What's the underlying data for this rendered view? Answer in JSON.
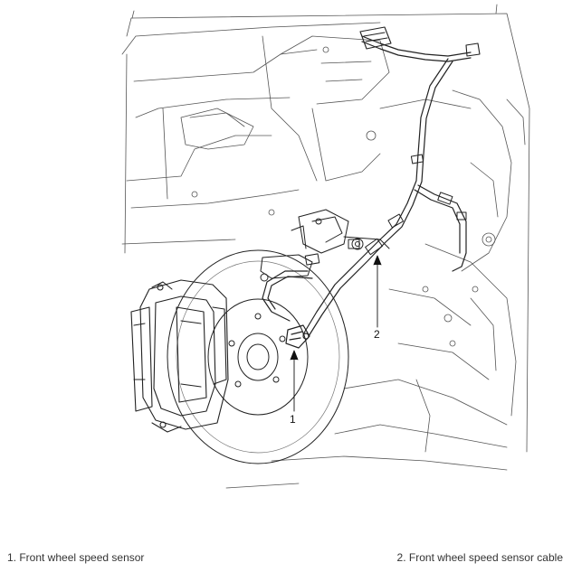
{
  "callouts": [
    {
      "number": "1",
      "target": "Front wheel speed sensor"
    },
    {
      "number": "2",
      "target": "Front wheel speed sensor cable"
    }
  ],
  "legend": [
    {
      "label": "1. Front wheel speed sensor"
    },
    {
      "label": "2. Front wheel speed sensor cable"
    }
  ],
  "colors": {
    "line": "#222222",
    "background": "#ffffff"
  }
}
